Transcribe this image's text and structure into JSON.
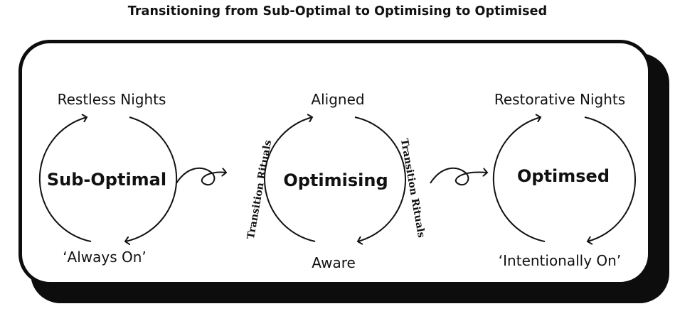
{
  "title": "Transitioning from Sub-Optimal to Optimising to Optimised",
  "stages": [
    {
      "name": "Sub-Optimal",
      "top_label": "Restless Nights",
      "bottom_label": "‘Always On’"
    },
    {
      "name": "Optimising",
      "top_label": "Aligned",
      "bottom_label": "Aware"
    },
    {
      "name": "Optimsed",
      "top_label": "Restorative Nights",
      "bottom_label": "‘Intentionally On’"
    }
  ],
  "rituals": [
    "Transition Rituals",
    "Transition Rituals"
  ]
}
